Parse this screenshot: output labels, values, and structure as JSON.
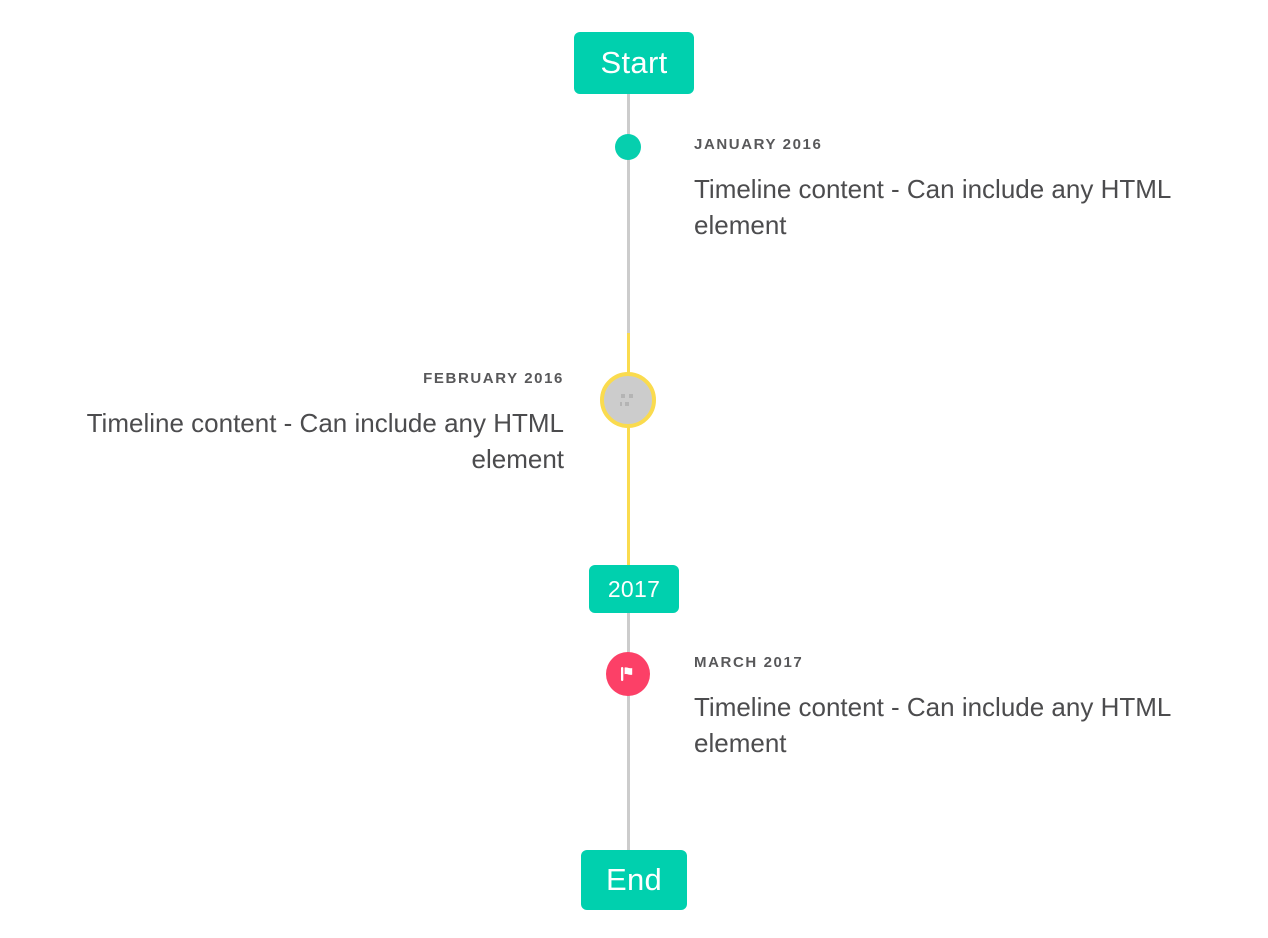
{
  "timeline": {
    "start_badge": {
      "label": "Start"
    },
    "year_badge": {
      "label": "2017"
    },
    "end_badge": {
      "label": "End"
    },
    "events": [
      {
        "id": "january-2016",
        "date": "JANUARY 2016",
        "body": "Timeline content - Can include any HTML element",
        "side": "right",
        "marker": "dot",
        "marker_color": "#06cfae"
      },
      {
        "id": "february-2016",
        "date": "FEBRUARY 2016",
        "body": "Timeline content - Can include any HTML element",
        "side": "left",
        "marker": "image-placeholder-circle",
        "marker_color": "#cccccc",
        "marker_ring_color": "#fadb4e"
      },
      {
        "id": "march-2017",
        "date": "MARCH 2017",
        "body": "Timeline content - Can include any HTML element",
        "side": "right",
        "marker": "flag",
        "marker_color": "#fc4067"
      }
    ],
    "colors": {
      "accent_teal": "#00d0ae",
      "rail_gray": "#cccccc",
      "rail_yellow": "#fadb4e",
      "flag_pink": "#fc4067",
      "text_dark": "#4c4c4e",
      "text_label": "#58585a",
      "background": "#ffffff"
    }
  }
}
